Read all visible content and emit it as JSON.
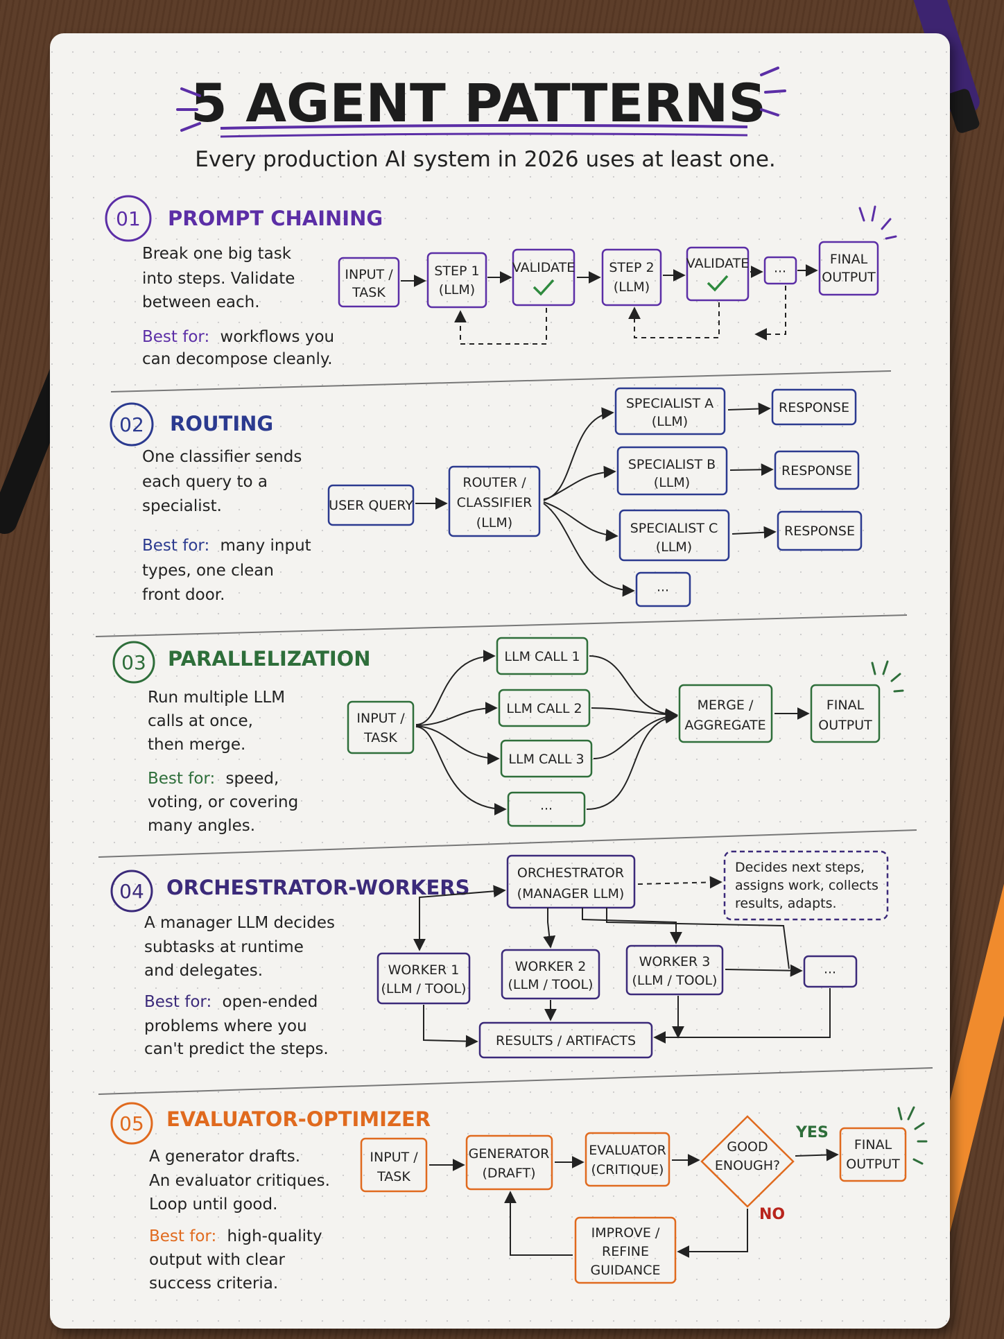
{
  "header": {
    "title": "5 AGENT PATTERNS",
    "subtitle": "Every production AI system in 2026 uses at least one."
  },
  "colors": {
    "purple": "#5b2ea6",
    "blue": "#2b3a8f",
    "green": "#2e6e3a",
    "indigo": "#3b2a7a",
    "orange": "#e06a1e",
    "red": "#b8241c",
    "ink": "#222222"
  },
  "common": {
    "best_for": "Best for:",
    "yes": "YES",
    "no": "NO",
    "ellipsis": "···"
  },
  "sections": {
    "s1": {
      "number": "01",
      "title": "PROMPT CHAINING",
      "desc": [
        "Break one big task",
        "into steps. Validate",
        "between each."
      ],
      "best_rest": "workflows you",
      "best": [
        "can decompose cleanly."
      ],
      "nodes": {
        "input": [
          "INPUT /",
          "TASK"
        ],
        "step1": [
          "STEP 1",
          "(LLM)"
        ],
        "validate1": "VALIDATE",
        "step2": [
          "STEP 2",
          "(LLM)"
        ],
        "validate2": "VALIDATE",
        "final": [
          "FINAL",
          "OUTPUT"
        ]
      }
    },
    "s2": {
      "number": "02",
      "title": "ROUTING",
      "desc": [
        "One classifier sends",
        "each query to a",
        "specialist."
      ],
      "best_rest": "many input",
      "best": [
        "types, one clean",
        "front door."
      ],
      "nodes": {
        "query": "USER QUERY",
        "router": [
          "ROUTER /",
          "CLASSIFIER",
          "(LLM)"
        ],
        "spec_a": [
          "SPECIALIST A",
          "(LLM)"
        ],
        "spec_b": [
          "SPECIALIST B",
          "(LLM)"
        ],
        "spec_c": [
          "SPECIALIST C",
          "(LLM)"
        ],
        "response": "RESPONSE"
      }
    },
    "s3": {
      "number": "03",
      "title": "PARALLELIZATION",
      "desc": [
        "Run multiple LLM",
        "calls at once,",
        "then merge."
      ],
      "best_rest": "speed,",
      "best": [
        "voting, or covering",
        "many angles."
      ],
      "nodes": {
        "input": [
          "INPUT /",
          "TASK"
        ],
        "call1": "LLM CALL 1",
        "call2": "LLM CALL 2",
        "call3": "LLM CALL 3",
        "merge": [
          "MERGE /",
          "AGGREGATE"
        ],
        "final": [
          "FINAL",
          "OUTPUT"
        ]
      }
    },
    "s4": {
      "number": "04",
      "title": "ORCHESTRATOR-WORKERS",
      "desc": [
        "A manager LLM decides",
        "subtasks at runtime",
        "and delegates."
      ],
      "best_rest": "open-ended",
      "best": [
        "problems where you",
        "can't predict the steps."
      ],
      "nodes": {
        "orchestrator": [
          "ORCHESTRATOR",
          "(MANAGER LLM)"
        ],
        "note": [
          "Decides next steps,",
          "assigns work, collects",
          "results, adapts."
        ],
        "worker1": [
          "WORKER 1",
          "(LLM / TOOL)"
        ],
        "worker2": [
          "WORKER 2",
          "(LLM / TOOL)"
        ],
        "worker3": [
          "WORKER 3",
          "(LLM / TOOL)"
        ],
        "results": "RESULTS / ARTIFACTS"
      }
    },
    "s5": {
      "number": "05",
      "title": "EVALUATOR-OPTIMIZER",
      "desc": [
        "A generator drafts.",
        "An evaluator critiques.",
        "Loop until good."
      ],
      "best_rest": "high-quality",
      "best": [
        "output with clear",
        "success criteria."
      ],
      "nodes": {
        "input": [
          "INPUT /",
          "TASK"
        ],
        "generator": [
          "GENERATOR",
          "(DRAFT)"
        ],
        "evaluator": [
          "EVALUATOR",
          "(CRITIQUE)"
        ],
        "decision": [
          "GOOD",
          "ENOUGH?"
        ],
        "final": [
          "FINAL",
          "OUTPUT"
        ],
        "improve": [
          "IMPROVE /",
          "REFINE",
          "GUIDANCE"
        ]
      }
    }
  }
}
